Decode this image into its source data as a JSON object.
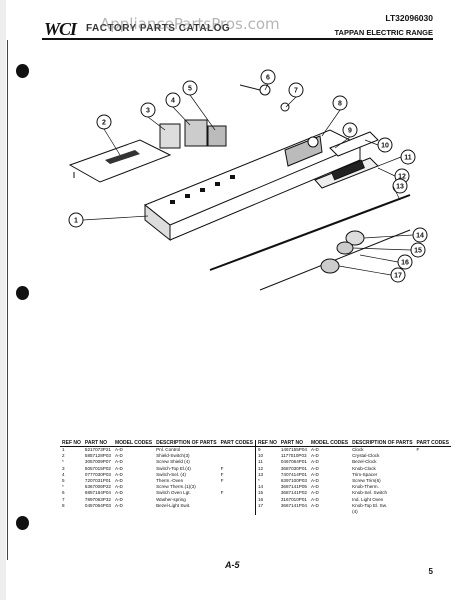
{
  "header": {
    "logo": "WCI",
    "title": "FACTORY PARTS CATALOG",
    "watermark": "AppliancePartsPros.com",
    "model": "LT32096030",
    "subtitle": "TAPPAN ELECTRIC RANGE"
  },
  "diagram": {
    "callouts": [
      "1",
      "2",
      "3",
      "4",
      "5",
      "6",
      "7",
      "8",
      "9",
      "10",
      "11",
      "12",
      "13",
      "14",
      "15",
      "16",
      "17"
    ]
  },
  "table": {
    "headers": {
      "ref_no": "REF NO",
      "part_no": "PART NO",
      "model_codes": "MODEL CODES",
      "description": "DESCRIPTION OF PARTS",
      "part_codes": "PART CODES"
    },
    "left_rows": [
      {
        "ref": "1",
        "part": "5217073P21",
        "codes": "A-D",
        "desc": "Pnl. Control",
        "pcode": ""
      },
      {
        "ref": "2",
        "part": "5857128P03",
        "codes": "A-D",
        "desc": "Shield-Switch(3)",
        "pcode": ""
      },
      {
        "ref": "*",
        "part": "3057009P07",
        "codes": "A-D",
        "desc": "Screw Shield (4)",
        "pcode": ""
      },
      {
        "ref": "3",
        "part": "5057015P02",
        "codes": "A-D",
        "desc": "Switch-Top El.(4)",
        "pcode": "F"
      },
      {
        "ref": "4",
        "part": "0777030P03",
        "codes": "A-D",
        "desc": "Switch-Sel. (4)",
        "pcode": "F"
      },
      {
        "ref": "5",
        "part": "7207031P01",
        "codes": "A-D",
        "desc": "Therm.-Oven",
        "pcode": "F"
      },
      {
        "ref": "*",
        "part": "6367006P22",
        "codes": "A-D",
        "desc": "Screw Therm.(1)(3)",
        "pcode": ""
      },
      {
        "ref": "6",
        "part": "6857184P04",
        "codes": "A-D",
        "desc": "Switch Oven Lgt.",
        "pcode": "F"
      },
      {
        "ref": "7",
        "part": "7897063P32",
        "codes": "A-D",
        "desc": "Washer-spring",
        "pcode": ""
      },
      {
        "ref": "8",
        "part": "0457064P03",
        "codes": "A-D",
        "desc": "Bezel-Light Swit.",
        "pcode": ""
      }
    ],
    "right_rows": [
      {
        "ref": "9",
        "part": "1467155P04",
        "codes": "A-D",
        "desc": "Clock",
        "pcode": "F"
      },
      {
        "ref": "10",
        "part": "1177010P03",
        "codes": "A-D",
        "desc": "Crystal-Clock",
        "pcode": ""
      },
      {
        "ref": "11",
        "part": "0467064P01",
        "codes": "A-D",
        "desc": "Bezel-Clock",
        "pcode": ""
      },
      {
        "ref": "12",
        "part": "3687030P01",
        "codes": "A-D",
        "desc": "Knob-Clock",
        "pcode": ""
      },
      {
        "ref": "13",
        "part": "7407414P01",
        "codes": "A-D",
        "desc": "Trim-Spacer",
        "pcode": ""
      },
      {
        "ref": "*",
        "part": "6397100P03",
        "codes": "A-D",
        "desc": "Screw Trim(6)",
        "pcode": ""
      },
      {
        "ref": "14",
        "part": "3687141P05",
        "codes": "A-D",
        "desc": "Knob-Therm.",
        "pcode": ""
      },
      {
        "ref": "15",
        "part": "3687141P02",
        "codes": "A-D",
        "desc": "Knob-Sel. Switch",
        "pcode": ""
      },
      {
        "ref": "16",
        "part": "3167010P01",
        "codes": "A-D",
        "desc": "Ind. Light Oven",
        "pcode": ""
      },
      {
        "ref": "17",
        "part": "3667141P04",
        "codes": "A-D",
        "desc": "Knob-Top El. Sw.",
        "pcode": ""
      },
      {
        "ref": "",
        "part": "",
        "codes": "",
        "desc": "(4)",
        "pcode": ""
      }
    ]
  },
  "footer": {
    "page_code": "A-5",
    "page_number": "5"
  }
}
